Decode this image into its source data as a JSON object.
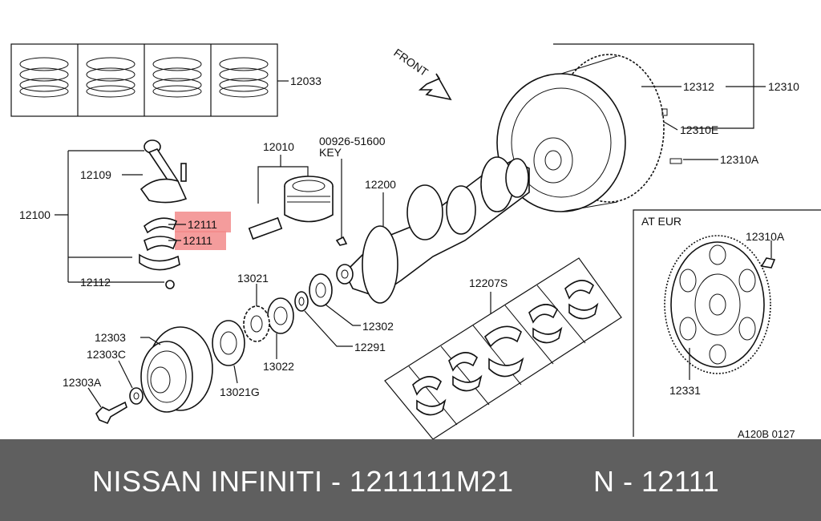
{
  "diagram": {
    "labels": {
      "rings": "12033",
      "front": "FRONT",
      "flywheel_assy": "12310",
      "ring_gear": "12312",
      "dowel": "12310E",
      "fly_bolt": "12310A",
      "key_part": "00926-51600",
      "key_text": "KEY",
      "piston": "12010",
      "conrod_bolt": "12109",
      "conrod_assy": "12100",
      "bearing_upper": "12111",
      "bearing_lower": "12111",
      "nut": "12112",
      "crankshaft": "12200",
      "main_bearings": "12207S",
      "sprocket": "13021",
      "washer_a": "12302",
      "washer_b": "12291",
      "spacer": "13022",
      "pulley": "12303",
      "pulley_washer": "12303C",
      "pulley_bolt": "12303A",
      "oil_thrower": "13021G",
      "at_eur": "AT EUR",
      "drive_plate_bolt": "12310A",
      "drive_plate": "12331",
      "drawing_code": "A120B 0127"
    },
    "highlight_color": "#f28b8b"
  },
  "banner": {
    "left_text": "NISSAN  INFINITI - 1211111M21",
    "right_text": "N - 12111",
    "bg_color": "#5f5f5f"
  }
}
